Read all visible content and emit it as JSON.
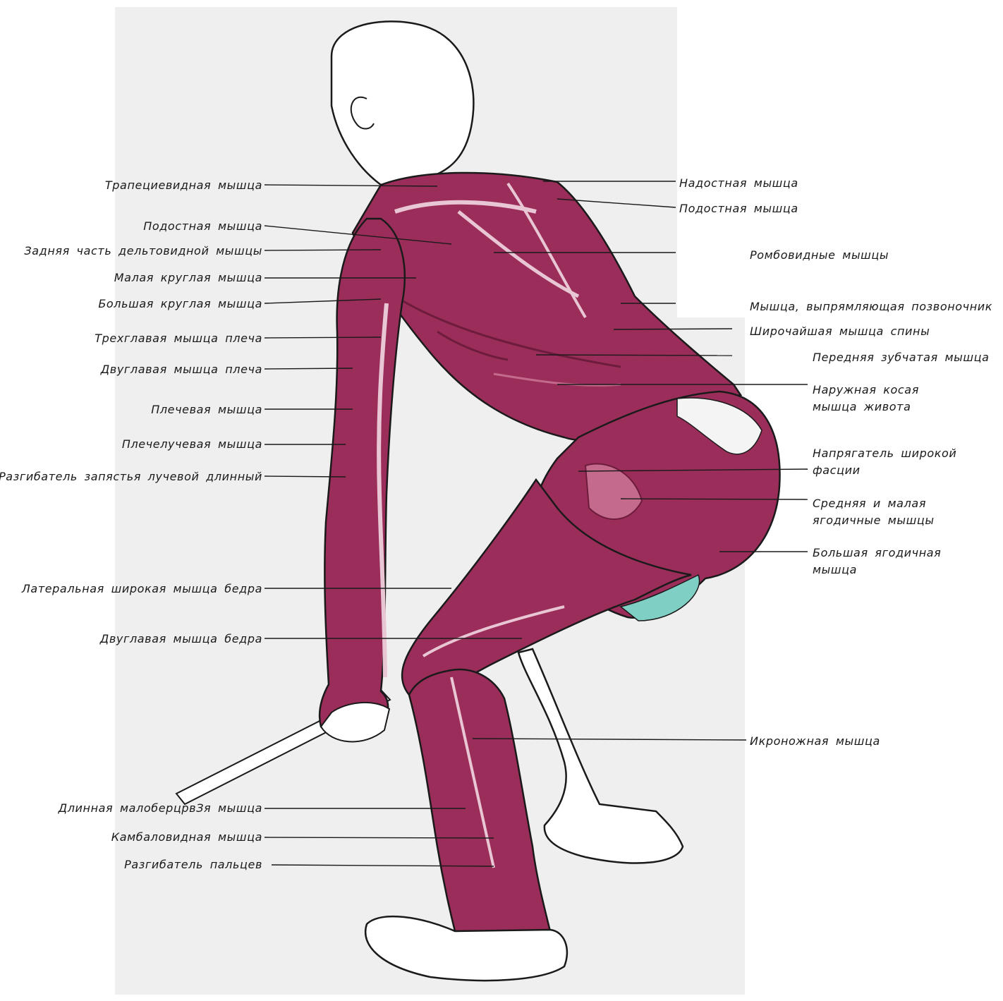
{
  "colors": {
    "muscle": "#9b2d5a",
    "muscle_dark": "#6e1c3d",
    "muscle_light": "#c46a8c",
    "outline": "#1a1a1a",
    "panel": "#efefef",
    "teal": "#7fcfc4"
  },
  "labels_left": [
    {
      "text": "Трапециевидная  мышца"
    },
    {
      "text": "Подостная  мышца"
    },
    {
      "text": "Задняя  часть  дельтовидной  мышцы"
    },
    {
      "text": "Малая  круглая  мышца"
    },
    {
      "text": "Большая  круглая  мышца"
    },
    {
      "text": "Трехглавая  мышца  плеча"
    },
    {
      "text": "Двуглавая  мышца  плеча"
    },
    {
      "text": "Плечевая  мышца"
    },
    {
      "text": "Плечелучевая  мышца"
    },
    {
      "text": "Разгибатель  запястья  лучевой  длинный"
    },
    {
      "text": "Латеральная  широкая  мышца  бедра"
    },
    {
      "text": "Двуглавая  мышца  бедра"
    },
    {
      "text": "Длинная  малоберцрвЗя  мышца"
    },
    {
      "text": "Камбаловидная  мышца"
    },
    {
      "text": "Разгибатель  пальцев"
    }
  ],
  "labels_right": [
    {
      "text": "Надостная  мышца"
    },
    {
      "text": "Подостная  мышца"
    },
    {
      "text": "Ромбовидные  мышцы"
    },
    {
      "text": "Мышца,  выпрямляющая  позвоночник"
    },
    {
      "text": "Широчайшая  мышца  спины"
    },
    {
      "text": "Передняя  зубчатая  мышца"
    },
    {
      "text": "Наружная  косая",
      "text2": "мышца  живота"
    },
    {
      "text": "Напрягатель  широкой",
      "text2": "фасции"
    },
    {
      "text": "Средняя  и  малая",
      "text2": "ягодичные  мышцы"
    },
    {
      "text": "Большая  ягодичная",
      "text2": "мышца"
    },
    {
      "text": "Икроножная  мышца"
    }
  ]
}
